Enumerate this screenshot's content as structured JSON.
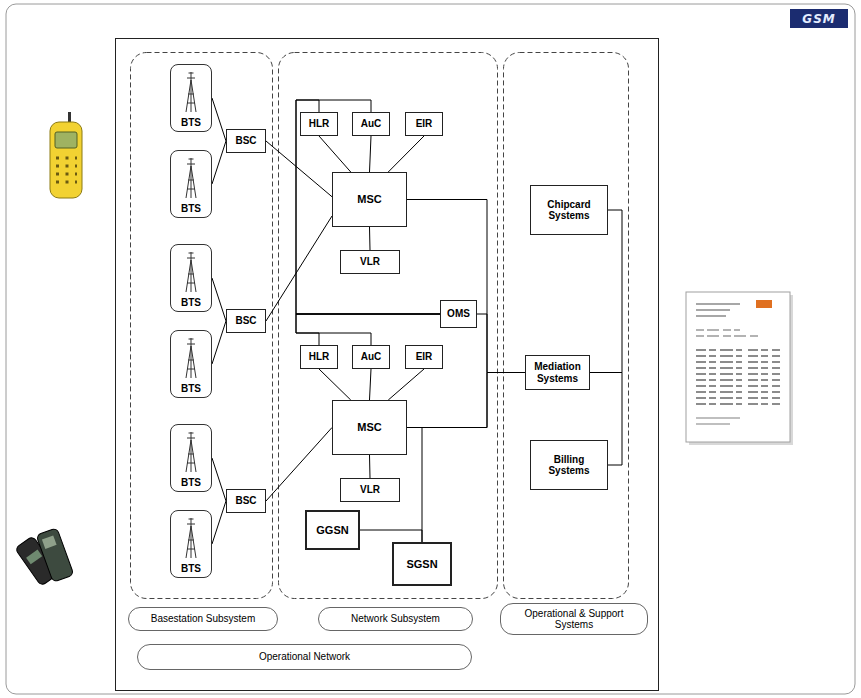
{
  "diagram": {
    "nodes": [
      {
        "text": [
          "BTS"
        ]
      },
      {
        "text": [
          "BTS"
        ]
      },
      {
        "text": [
          "BSC"
        ]
      },
      {
        "text": [
          "BTS"
        ]
      },
      {
        "text": [
          "BTS"
        ]
      },
      {
        "text": [
          "BSC"
        ]
      },
      {
        "text": [
          "BTS"
        ]
      },
      {
        "text": [
          "BTS"
        ]
      },
      {
        "text": [
          "BSC"
        ]
      },
      {
        "text": [
          "HLR"
        ]
      },
      {
        "text": [
          "AuC"
        ]
      },
      {
        "text": [
          "EIR"
        ]
      },
      {
        "text": [
          "MSC"
        ]
      },
      {
        "text": [
          "VLR"
        ]
      },
      {
        "text": [
          "OMS"
        ]
      },
      {
        "text": [
          "HLR"
        ]
      },
      {
        "text": [
          "AuC"
        ]
      },
      {
        "text": [
          "EIR"
        ]
      },
      {
        "text": [
          "MSC"
        ]
      },
      {
        "text": [
          "VLR"
        ]
      },
      {
        "text": [
          "GGSN"
        ]
      },
      {
        "text": [
          "SGSN"
        ]
      },
      {
        "text": [
          "Chipcard Systems"
        ]
      },
      {
        "text": [
          "Mediation Systems"
        ]
      },
      {
        "text": [
          "Billing Systems"
        ]
      },
      {
        "text": [
          "Basestation Subsystem"
        ]
      },
      {
        "text": [
          "Network Subsystem"
        ]
      },
      {
        "text": [
          "Operational & Support Systems"
        ]
      },
      {
        "text": [
          "Operational Network"
        ]
      }
    ],
    "edges": [
      {
        "from": 0,
        "to": 2,
        "arrow": "none"
      },
      {
        "from": 1,
        "to": 2,
        "arrow": "none"
      },
      {
        "from": 2,
        "to": 12,
        "arrow": "none"
      },
      {
        "from": 3,
        "to": 5,
        "arrow": "none"
      },
      {
        "from": 4,
        "to": 5,
        "arrow": "none"
      },
      {
        "from": 5,
        "to": 12,
        "arrow": "none"
      },
      {
        "from": 6,
        "to": 8,
        "arrow": "none"
      },
      {
        "from": 7,
        "to": 8,
        "arrow": "none"
      },
      {
        "from": 8,
        "to": 18,
        "arrow": "none"
      },
      {
        "from": 9,
        "to": 12,
        "arrow": "none"
      },
      {
        "from": 10,
        "to": 12,
        "arrow": "none"
      },
      {
        "from": 11,
        "to": 12,
        "arrow": "none"
      },
      {
        "from": 12,
        "to": 13,
        "arrow": "none"
      },
      {
        "from": 9,
        "to": 14,
        "arrow": "none"
      },
      {
        "from": 10,
        "to": 14,
        "arrow": "none"
      },
      {
        "from": 15,
        "to": 14,
        "arrow": "none"
      },
      {
        "from": 16,
        "to": 14,
        "arrow": "none"
      },
      {
        "from": 15,
        "to": 18,
        "arrow": "none"
      },
      {
        "from": 16,
        "to": 18,
        "arrow": "none"
      },
      {
        "from": 17,
        "to": 18,
        "arrow": "none"
      },
      {
        "from": 18,
        "to": 19,
        "arrow": "none"
      },
      {
        "from": 12,
        "to": 23,
        "arrow": "none"
      },
      {
        "from": 14,
        "to": 23,
        "arrow": "none"
      },
      {
        "from": 18,
        "to": 23,
        "arrow": "none"
      },
      {
        "from": 21,
        "to": 23,
        "arrow": "none"
      },
      {
        "from": 20,
        "to": 21,
        "arrow": "none"
      },
      {
        "from": 22,
        "to": 23,
        "arrow": "none"
      },
      {
        "from": 24,
        "to": 23,
        "arrow": "none"
      }
    ],
    "labels": [
      "GSM"
    ]
  }
}
